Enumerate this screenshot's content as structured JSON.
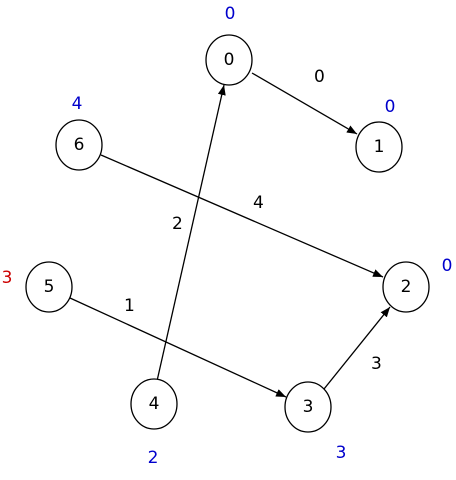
{
  "graph": {
    "nodes": [
      {
        "id": "0",
        "label": "0",
        "distance": "0",
        "distance_color": "#0000cc"
      },
      {
        "id": "1",
        "label": "1",
        "distance": "0",
        "distance_color": "#0000cc"
      },
      {
        "id": "2",
        "label": "2",
        "distance": "0",
        "distance_color": "#0000cc"
      },
      {
        "id": "3",
        "label": "3",
        "distance": "3",
        "distance_color": "#0000cc"
      },
      {
        "id": "4",
        "label": "4",
        "distance": "2",
        "distance_color": "#0000cc"
      },
      {
        "id": "5",
        "label": "5",
        "distance": "3",
        "distance_color": "#cc0000"
      },
      {
        "id": "6",
        "label": "6",
        "distance": "4",
        "distance_color": "#0000cc"
      }
    ],
    "edges": [
      {
        "from": "0",
        "to": "1",
        "weight": "0"
      },
      {
        "from": "6",
        "to": "2",
        "weight": "4"
      },
      {
        "from": "4",
        "to": "0",
        "weight": "2"
      },
      {
        "from": "5",
        "to": "3",
        "weight": "1"
      },
      {
        "from": "3",
        "to": "2",
        "weight": "3"
      }
    ],
    "colors": {
      "stroke": "#000000",
      "node_fill": "#ffffff"
    }
  }
}
